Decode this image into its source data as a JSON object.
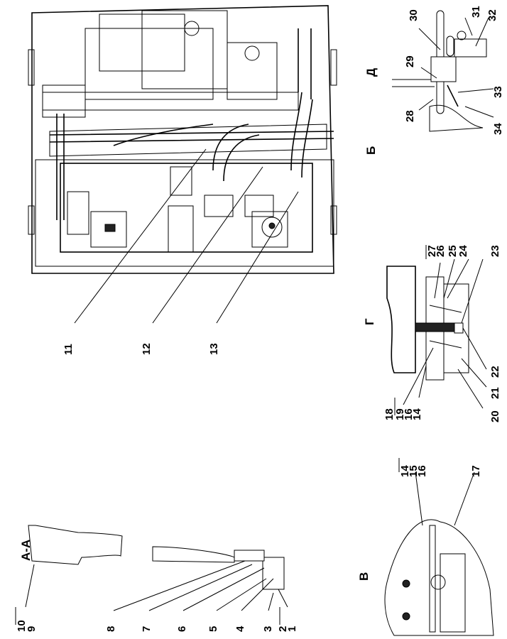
{
  "views": {
    "aa": "А-А",
    "b": "Б",
    "v": "В",
    "g": "Г",
    "d": "Д"
  },
  "callouts": {
    "c1": "1",
    "c2": "2",
    "c3": "3",
    "c4": "4",
    "c5": "5",
    "c6": "6",
    "c7": "7",
    "c8": "8",
    "c9": "9",
    "c10": "10",
    "c11": "11",
    "c12": "12",
    "c13": "13",
    "c14a": "14",
    "c15": "15",
    "c16a": "16",
    "c17": "17",
    "c18": "18",
    "c19": "19",
    "c16b": "16",
    "c14b": "14",
    "c20": "20",
    "c21": "21",
    "c22": "22",
    "c23": "23",
    "c24": "24",
    "c25": "25",
    "c26": "26",
    "c27": "27",
    "c28": "28",
    "c29": "29",
    "c30": "30",
    "c31": "31",
    "c32": "32",
    "c33": "33",
    "c34": "34"
  }
}
